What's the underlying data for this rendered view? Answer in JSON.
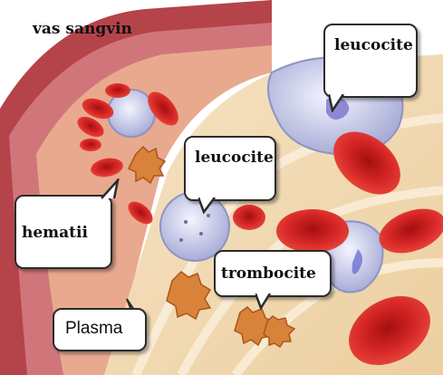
{
  "labels": {
    "vessel": "vas sangvin",
    "leucocite_top": "leucocite",
    "leucocite_mid": "leucocite",
    "hematii": "hematii",
    "trombocite": "trombocite",
    "plasma": "Plasma"
  },
  "colors": {
    "vessel_wall": "#b5434a",
    "vessel_inner": "#e9a98f",
    "plasma": "#f3d9b3",
    "red_cell": "#c81e1e",
    "red_cell_dark": "#8d0f0f",
    "leukocyte": "#c9cde8",
    "platelet": "#d9823a"
  }
}
